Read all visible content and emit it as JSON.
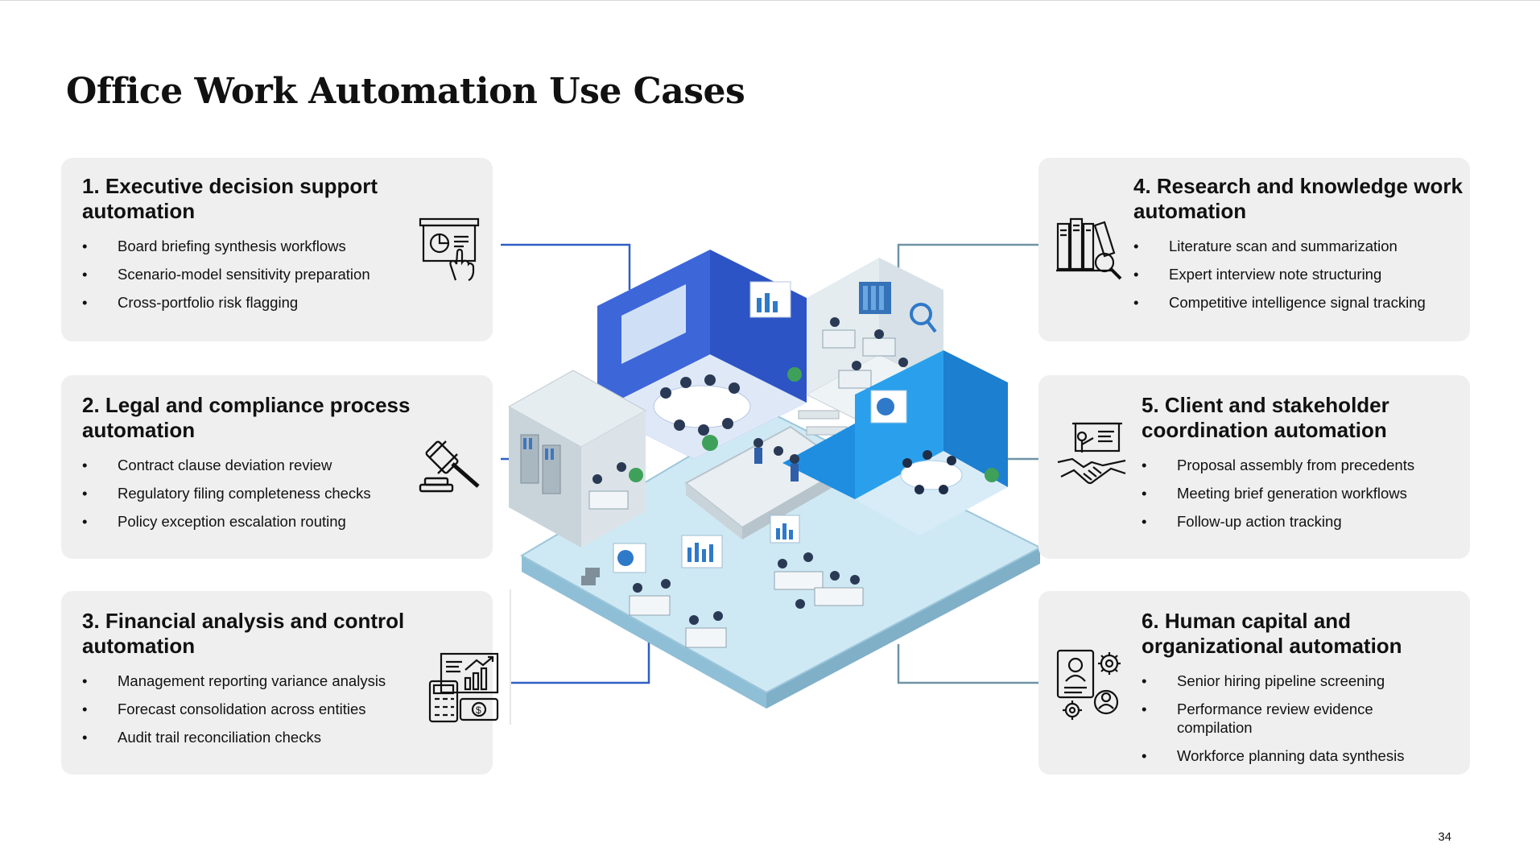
{
  "title": "Office Work Automation Use Cases",
  "page_number": "34",
  "colors": {
    "card_bg": "#efefef",
    "connector_blue": "#2f5fc4",
    "connector_grey": "#6f93a6",
    "room_blue": "#3a63d6",
    "room_cyan": "#1f8ee0"
  },
  "cards": [
    {
      "title": "1. Executive decision support automation",
      "icon": "presentation-click-icon",
      "bullets": [
        "Board briefing synthesis workflows",
        "Scenario-model sensitivity preparation",
        "Cross-portfolio risk flagging"
      ]
    },
    {
      "title": "2. Legal and compliance process automation",
      "icon": "gavel-icon",
      "bullets": [
        "Contract clause deviation review",
        "Regulatory filing completeness checks",
        "Policy exception escalation routing"
      ]
    },
    {
      "title": "3. Financial analysis and control automation",
      "icon": "finance-calculator-icon",
      "bullets": [
        "Management reporting variance analysis",
        "Forecast consolidation across entities",
        "Audit trail reconciliation checks"
      ]
    },
    {
      "title": "4. Research and knowledge work automation",
      "icon": "books-magnifier-icon",
      "bullets": [
        "Literature scan and summarization",
        "Expert interview note structuring",
        "Competitive intelligence signal tracking"
      ]
    },
    {
      "title": "5. Client and stakeholder coordination automation",
      "icon": "handshake-presentation-icon",
      "bullets": [
        "Proposal assembly from precedents",
        "Meeting brief generation workflows",
        "Follow-up action tracking"
      ]
    },
    {
      "title": "6. Human capital and organizational automation",
      "icon": "profile-gears-icon",
      "bullets": [
        "Senior hiring pipeline screening",
        "Performance review evidence compilation",
        "Workforce planning data synthesis"
      ]
    }
  ]
}
